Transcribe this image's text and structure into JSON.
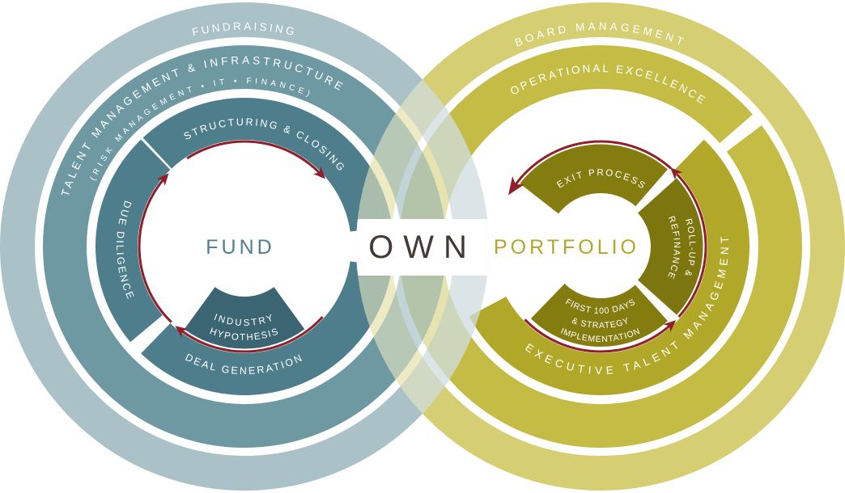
{
  "title": "Fund / Own / Portfolio lifecycle diagram",
  "center_labels": {
    "fund": "FUND",
    "own": "OWN",
    "portfolio": "PORTFOLIO"
  },
  "fund_cycle": {
    "outer_ring_label": "FUNDRAISING",
    "middle_ring_label": "TALENT MANAGEMENT & INFRASTRUCTURE",
    "middle_ring_sublabel": "(RISK MANAGEMENT ▪ IT ▪ FINANCE)",
    "segment_top": "STRUCTURING & CLOSING",
    "segment_left": "DUE DILIGENCE",
    "segment_bottom": "DEAL GENERATION",
    "inset_line1": "INDUSTRY",
    "inset_line2": "HYPOTHESIS",
    "colors": {
      "outer": "#a9c1c7",
      "middle": "#6e98a2",
      "segment": "#4e7d8b",
      "inset": "#3c6573",
      "label": "#507e8e"
    }
  },
  "portfolio_cycle": {
    "outer_ring_label": "BOARD MANAGEMENT",
    "middle_ring_label": "OPERATIONAL EXCELLENCE",
    "talent_band_label": "EXECUTIVE TALENT MANAGEMENT",
    "segment_top": "EXIT PROCESS",
    "rollup_line1": "ROLL-UP &",
    "rollup_line2": "REFINANCE",
    "first100_line1": "FIRST 100 DAYS",
    "first100_line2": "& STRATEGY",
    "first100_line3": "IMPLEMENTATION",
    "colors": {
      "outer": "#d6ce73",
      "middle": "#c5bc45",
      "band": "#b1a82a",
      "segment": "#857c10",
      "rollup": "#7d750e",
      "label": "#b1a72b"
    }
  },
  "arrow_color": "#8e1f2b",
  "own_label_color": "#433a38",
  "ring_text_color": "#ffffff",
  "background_color": "#ffffff"
}
